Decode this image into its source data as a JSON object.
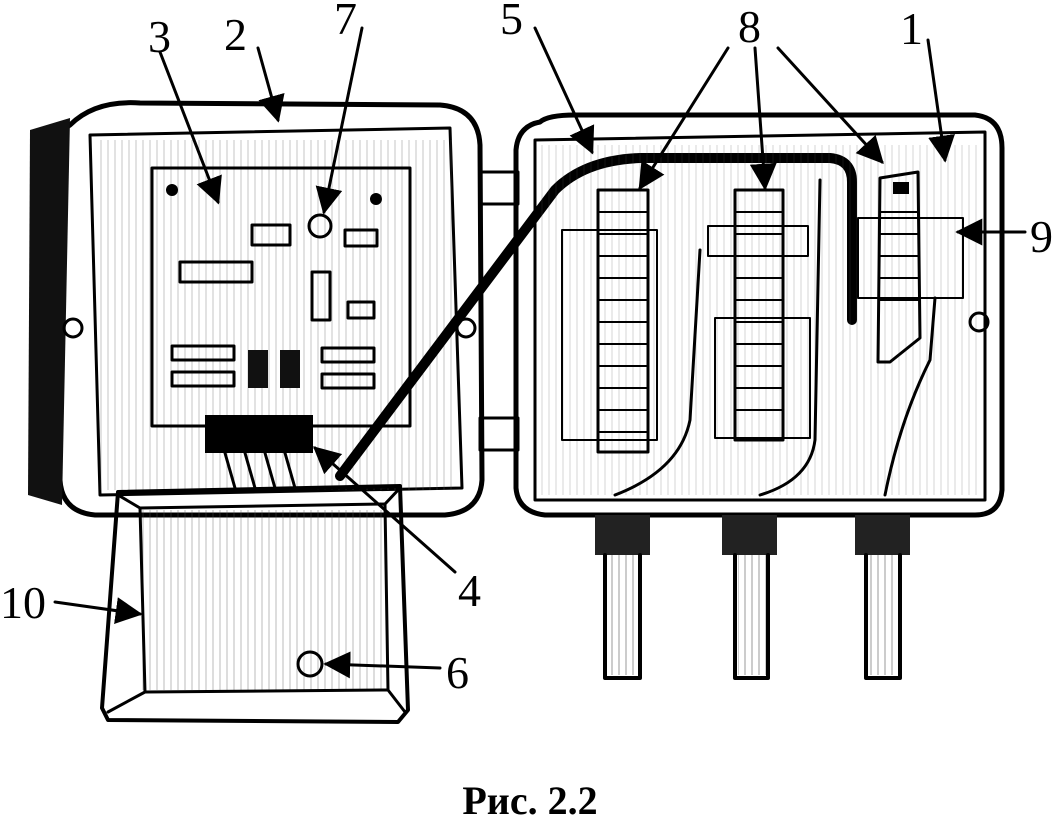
{
  "figure": {
    "caption": "Рис. 2.2",
    "labels": {
      "l1": "1",
      "l2": "2",
      "l3": "3",
      "l4": "4",
      "l5": "5",
      "l6": "6",
      "l7": "7",
      "l8": "8",
      "l9": "9",
      "l10": "10"
    }
  },
  "colors": {
    "ink": "#000000",
    "background": "#ffffff"
  }
}
